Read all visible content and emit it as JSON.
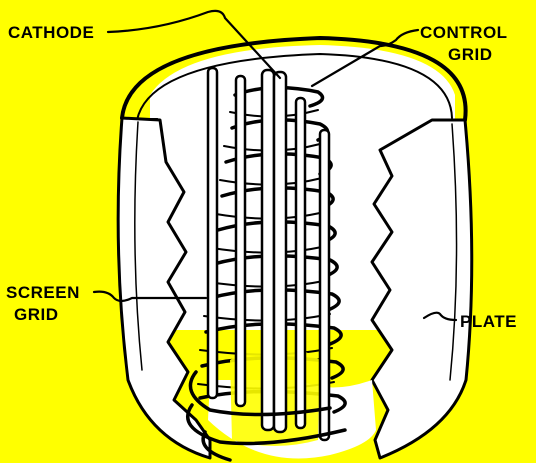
{
  "labels": {
    "cathode": "CATHODE",
    "control_grid_line1": "CONTROL",
    "control_grid_line2": "GRID",
    "screen_grid_line1": "SCREEN",
    "screen_grid_line2": "GRID",
    "plate": "PLATE"
  },
  "colors": {
    "background": "#ffff00",
    "plate_metal": "#ffffff",
    "ink": "#000000"
  }
}
